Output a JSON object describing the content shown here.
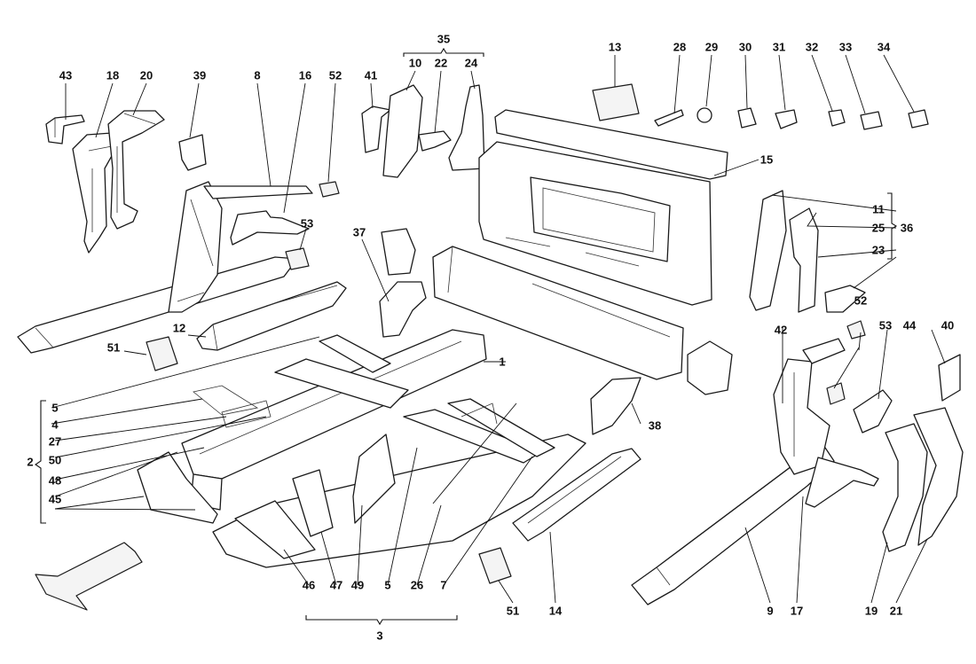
{
  "diagram": {
    "labels": [
      "43",
      "18",
      "20",
      "39",
      "8",
      "16",
      "52",
      "41",
      "10",
      "22",
      "24",
      "35",
      "13",
      "28",
      "29",
      "30",
      "31",
      "32",
      "33",
      "34",
      "15",
      "11",
      "25",
      "23",
      "36",
      "53",
      "37",
      "12",
      "51",
      "1",
      "5",
      "4",
      "27",
      "50",
      "48",
      "45",
      "2",
      "38",
      "42",
      "52",
      "53",
      "44",
      "40",
      "46",
      "47",
      "49",
      "5",
      "26",
      "7",
      "3",
      "51",
      "14",
      "9",
      "17",
      "19",
      "21"
    ],
    "arrow_icon": "direction-arrow-icon",
    "colors": {
      "line": "#1a1a1a",
      "background": "#ffffff"
    }
  }
}
